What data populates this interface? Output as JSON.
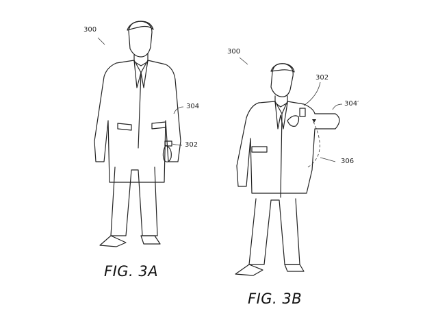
{
  "figure_a": {
    "labels": {
      "person": "300",
      "jacket": "304",
      "watch": "302"
    },
    "caption": "FIG. 3A"
  },
  "figure_b": {
    "labels": {
      "person": "300",
      "watch": "302",
      "jacket": "304′",
      "motion": "306"
    },
    "caption": "FIG. 3B"
  }
}
